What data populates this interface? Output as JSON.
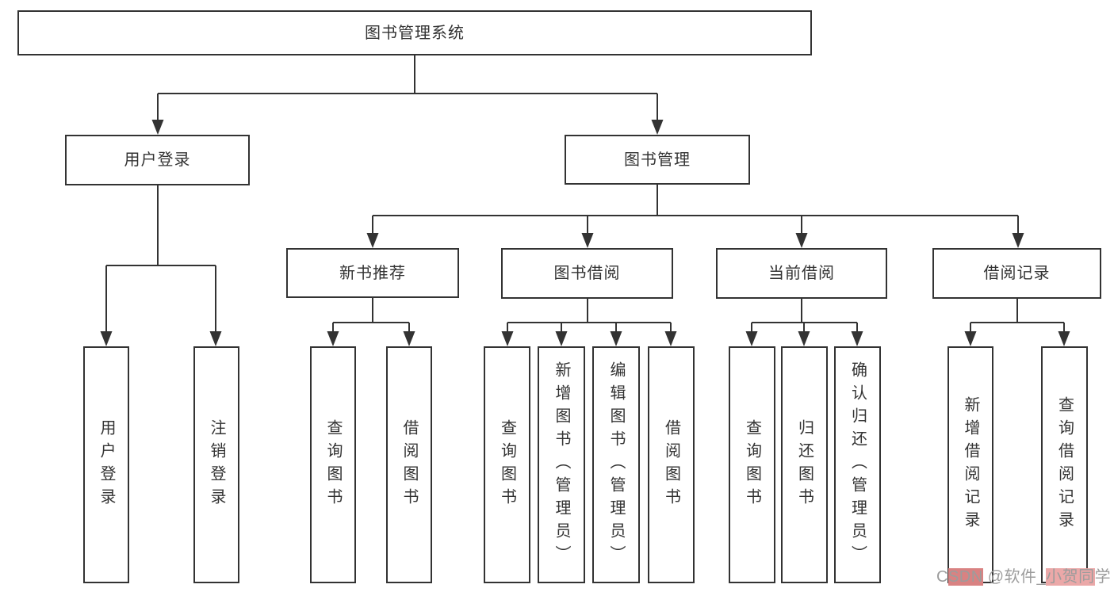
{
  "diagram": {
    "nodes": {
      "root": "图书管理系统",
      "user_login": "用户登录",
      "book_mgmt": "图书管理",
      "new_book_rec": "新书推荐",
      "book_borrow": "图书借阅",
      "current_borrow": "当前借阅",
      "borrow_records": "借阅记录",
      "user_login_leaf": "用户登录",
      "logout_leaf": "注销登录",
      "rec_query_books": "查询图书",
      "rec_borrow_books": "借阅图书",
      "bb_query_books": "查询图书",
      "bb_add_books": "新增图书（管理员）",
      "bb_edit_books": "编辑图书（管理员）",
      "bb_borrow_books": "借阅图书",
      "cb_query_books": "查询图书",
      "cb_return_books": "归还图书",
      "cb_confirm_return": "确认归还（管理员）",
      "br_add_record": "新增借阅记录",
      "br_query_record": "查询借阅记录"
    },
    "watermark": {
      "prefix": "C",
      "brand_rest": "SDN",
      "middle": " @软件_",
      "name_highlight": "小贺同",
      "suffix": "学"
    },
    "colors": {
      "line": "#333333",
      "node_text": "#333333",
      "background": "#ffffff",
      "watermark_text": "#9c9c9c",
      "watermark_highlight_dark": "#d98282",
      "watermark_highlight_light": "#eba8a8"
    }
  }
}
